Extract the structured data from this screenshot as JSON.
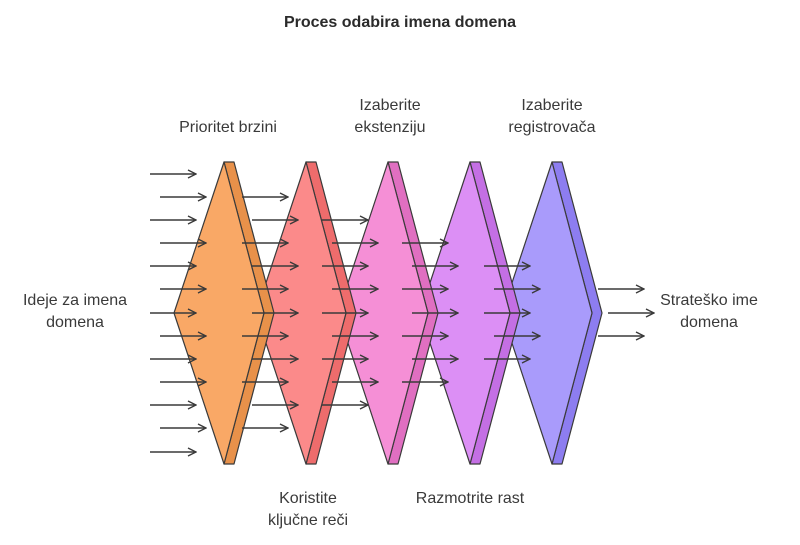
{
  "title": "Proces odabira imena domena",
  "input_label": [
    "Ideje za imena",
    "domena"
  ],
  "output_label": [
    "Strateško ime",
    "domena"
  ],
  "stages": [
    {
      "name": "Prioritet brzini",
      "label": [
        "Prioritet brzini"
      ],
      "label_pos": "top",
      "color": "#f9a866",
      "edge": "#e8914a"
    },
    {
      "name": "Koristite ključne reči",
      "label": [
        "Koristite",
        "ključne reči"
      ],
      "label_pos": "bottom",
      "color": "#fb8a8a",
      "edge": "#ee6c6c"
    },
    {
      "name": "Izaberite ekstenziju",
      "label": [
        "Izaberite",
        "ekstenziju"
      ],
      "label_pos": "top",
      "color": "#f58fd6",
      "edge": "#e06fc1"
    },
    {
      "name": "Razmotrite rast",
      "label": [
        "Razmotrite rast"
      ],
      "label_pos": "bottom",
      "color": "#dc8ff5",
      "edge": "#c46fe4"
    },
    {
      "name": "Izaberite registrovača",
      "label": [
        "Izaberite",
        "registrovača"
      ],
      "label_pos": "top",
      "color": "#a99bfb",
      "edge": "#8d7df0"
    }
  ],
  "colors": {
    "arrow": "#3a3a3a",
    "outline": "#3a3a3a"
  }
}
